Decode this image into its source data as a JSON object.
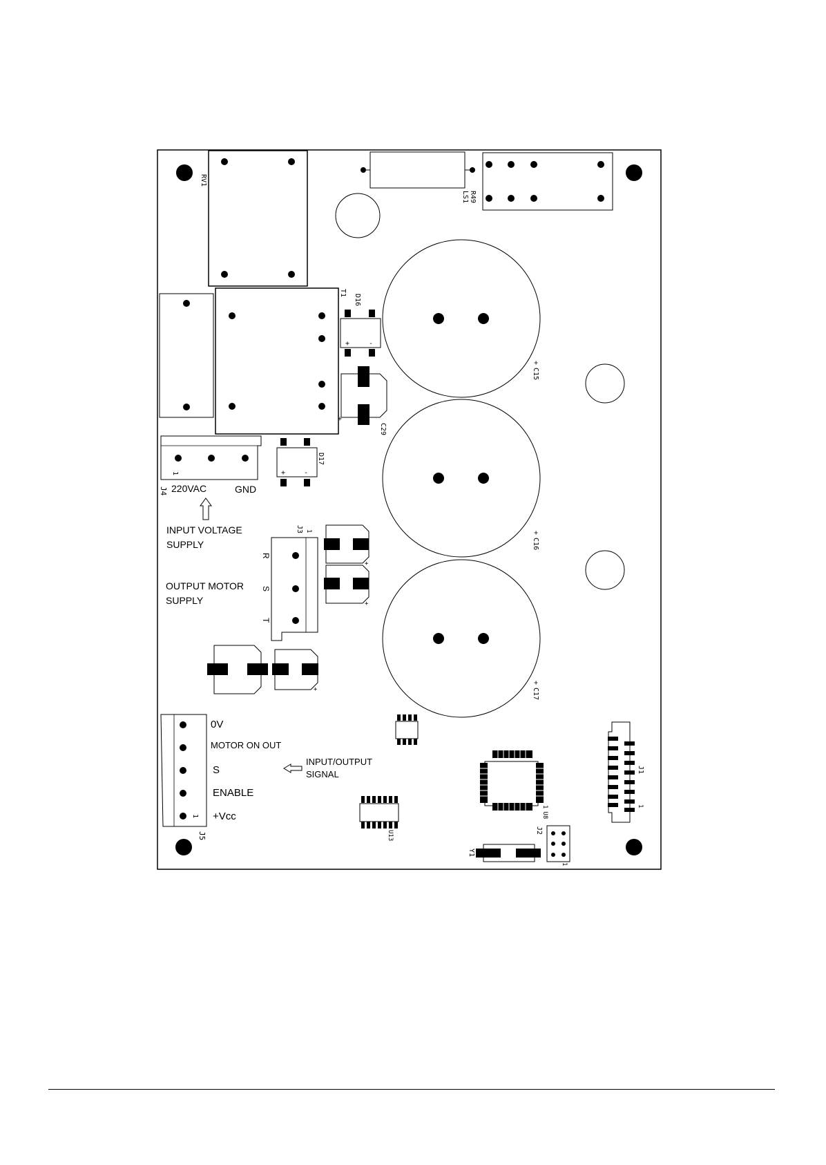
{
  "labels": {
    "v220": "220VAC",
    "gnd": "GND",
    "input_supply_1": "INPUT VOLTAGE",
    "input_supply_2": "SUPPLY",
    "output_supply_1": "OUTPUT MOTOR",
    "output_supply_2": "SUPPLY",
    "io_signal_1": "INPUT/OUTPUT",
    "io_signal_2": "SIGNAL",
    "zero_v": "0V",
    "motor_on_out": "MOTOR ON OUT",
    "s_signal": "S",
    "enable": "ENABLE",
    "vcc": "+Vcc",
    "phase_r": "R",
    "phase_s": "S",
    "phase_t": "T"
  },
  "refs": {
    "rv1": "RV1",
    "t1": "T1",
    "d16": "D16",
    "d17": "D17",
    "c15": "C15",
    "c16": "C16",
    "c17": "C17",
    "c29": "C29",
    "ls1": "LS1",
    "r49": "R49",
    "j1": "J1",
    "j2": "J2",
    "j3": "J3",
    "j4": "J4",
    "j5": "J5",
    "u8": "U8",
    "u13": "U13",
    "y1": "Y1"
  },
  "pins": {
    "plus": "+",
    "minus": "-",
    "one": "1"
  }
}
